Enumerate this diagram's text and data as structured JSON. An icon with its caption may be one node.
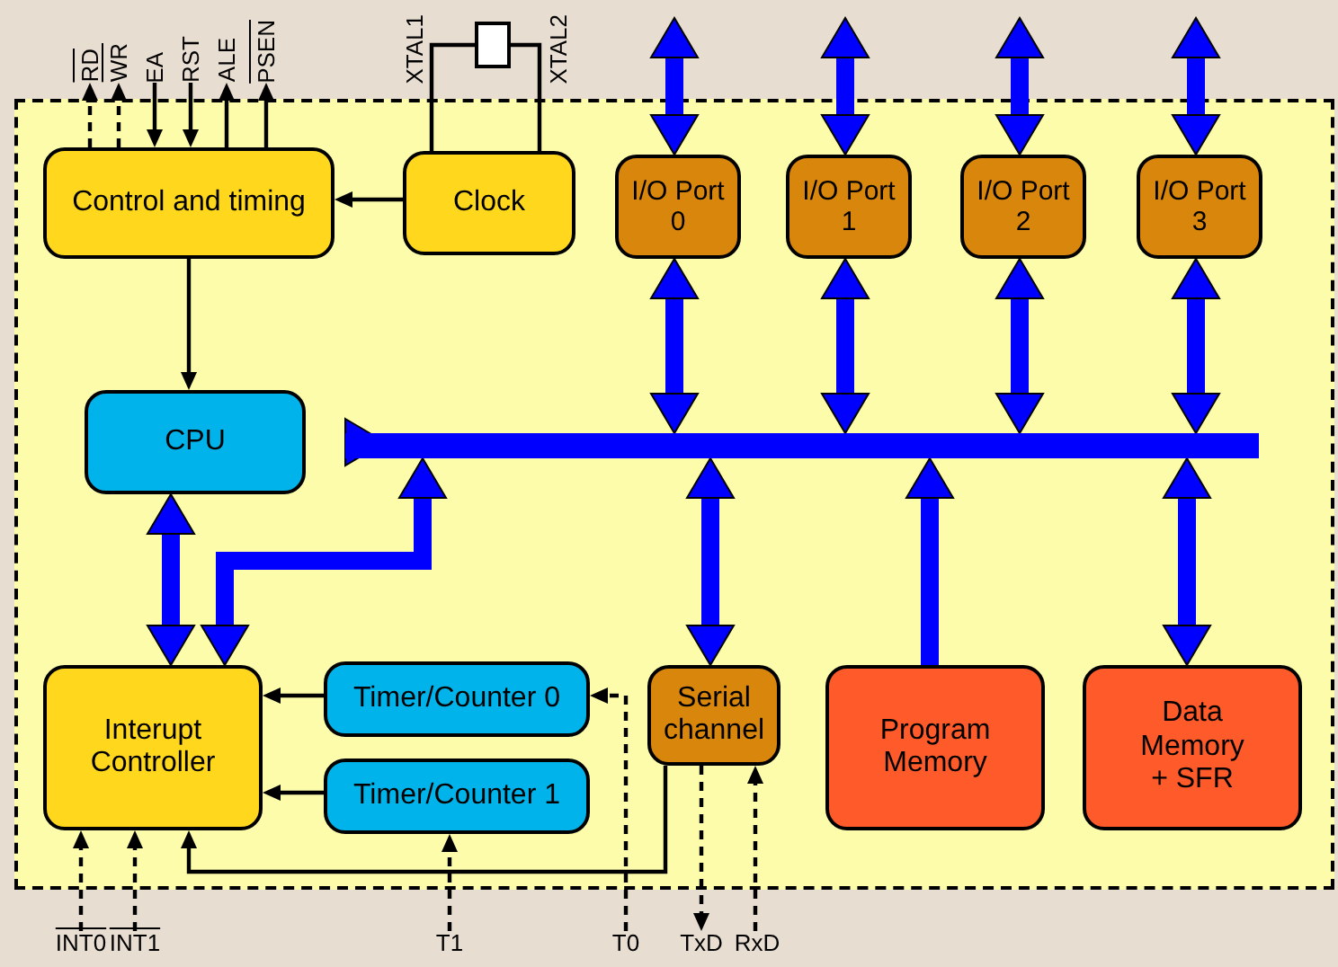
{
  "diagram": {
    "nodes": [
      {
        "text": [
          "RD"
        ]
      },
      {
        "text": [
          "WR"
        ]
      },
      {
        "text": [
          "EA"
        ]
      },
      {
        "text": [
          "RST"
        ]
      },
      {
        "text": [
          "ALE"
        ]
      },
      {
        "text": [
          "PSEN"
        ]
      },
      {
        "text": [],
        "shape": "box"
      },
      {
        "text": [],
        "shape": "box"
      },
      {
        "text": [
          "Control and timing"
        ],
        "in": 7
      },
      {
        "text": [
          "Clock"
        ],
        "in": 7
      },
      {
        "text": [
          "I/O Port 0"
        ],
        "in": 7
      },
      {
        "text": [
          "I/O Port 1"
        ],
        "in": 7
      },
      {
        "text": [
          "I/O Port 2"
        ],
        "in": 7
      },
      {
        "text": [
          "I/O Port 3"
        ],
        "in": 7
      },
      {
        "text": [],
        "shape": "bar",
        "in": 7
      },
      {
        "text": [
          "CPU"
        ],
        "in": 7
      },
      {
        "text": [
          "Interupt Controller"
        ],
        "in": 7
      },
      {
        "text": [
          "Timer/Counter 0"
        ],
        "in": 7
      },
      {
        "text": [
          "Timer/Counter 1"
        ],
        "in": 7
      },
      {
        "text": [
          "Serial channel"
        ],
        "in": 7
      },
      {
        "text": [
          "Program Memory"
        ],
        "in": 7
      },
      {
        "text": [
          "Data Memory + SFR"
        ],
        "in": 7
      },
      {
        "text": [
          "INT0"
        ]
      },
      {
        "text": [
          "INT1"
        ]
      },
      {
        "text": [
          "T1"
        ]
      },
      {
        "text": [
          "T0"
        ]
      },
      {
        "text": [
          "TxD"
        ]
      },
      {
        "text": [
          "RxD"
        ]
      }
    ],
    "edges": [
      {
        "from": 8,
        "to": 0,
        "arrow": "to",
        "style": "dashed"
      },
      {
        "from": 8,
        "to": 1,
        "arrow": "to",
        "style": "dashed"
      },
      {
        "from": 2,
        "to": 8,
        "arrow": "to"
      },
      {
        "from": 3,
        "to": 8,
        "arrow": "to"
      },
      {
        "from": 8,
        "to": 4,
        "arrow": "to"
      },
      {
        "from": 8,
        "to": 5,
        "arrow": "to"
      },
      {
        "from": 9,
        "to": 6,
        "arrow": "none",
        "label": "XTAL1"
      },
      {
        "from": 9,
        "to": 6,
        "arrow": "none",
        "label": "XTAL2"
      },
      {
        "from": 9,
        "to": 8,
        "arrow": "to"
      },
      {
        "from": 8,
        "to": 15,
        "arrow": "to"
      },
      {
        "from": 10,
        "to": null,
        "arrow": "both",
        "style": "thick",
        "color": "#0000ff"
      },
      {
        "from": 11,
        "to": null,
        "arrow": "both",
        "style": "thick",
        "color": "#0000ff"
      },
      {
        "from": 12,
        "to": null,
        "arrow": "both",
        "style": "thick",
        "color": "#0000ff"
      },
      {
        "from": 13,
        "to": null,
        "arrow": "both",
        "style": "thick",
        "color": "#0000ff"
      },
      {
        "from": 10,
        "to": 14,
        "arrow": "both",
        "style": "thick",
        "color": "#0000ff"
      },
      {
        "from": 11,
        "to": 14,
        "arrow": "both",
        "style": "thick",
        "color": "#0000ff"
      },
      {
        "from": 12,
        "to": 14,
        "arrow": "both",
        "style": "thick",
        "color": "#0000ff"
      },
      {
        "from": 13,
        "to": 14,
        "arrow": "both",
        "style": "thick",
        "color": "#0000ff"
      },
      {
        "from": 14,
        "to": 15,
        "arrow": "to",
        "style": "thick",
        "color": "#0000ff"
      },
      {
        "from": 15,
        "to": 16,
        "arrow": "both",
        "style": "thick",
        "color": "#0000ff"
      },
      {
        "from": 16,
        "to": 14,
        "arrow": "both",
        "style": "thick",
        "color": "#0000ff"
      },
      {
        "from": 19,
        "to": 14,
        "arrow": "both",
        "style": "thick",
        "color": "#0000ff"
      },
      {
        "from": 20,
        "to": 14,
        "arrow": "to",
        "style": "thick",
        "color": "#0000ff"
      },
      {
        "from": 21,
        "to": 14,
        "arrow": "both",
        "style": "thick",
        "color": "#0000ff"
      },
      {
        "from": 17,
        "to": 16,
        "arrow": "to"
      },
      {
        "from": 18,
        "to": 16,
        "arrow": "to"
      },
      {
        "from": 19,
        "to": 16,
        "arrow": "to"
      },
      {
        "from": 22,
        "to": 16,
        "arrow": "to",
        "style": "dashed"
      },
      {
        "from": 23,
        "to": 16,
        "arrow": "to",
        "style": "dashed"
      },
      {
        "from": 24,
        "to": 18,
        "arrow": "to",
        "style": "dashed"
      },
      {
        "from": 25,
        "to": 17,
        "arrow": "to",
        "style": "dashed"
      },
      {
        "from": 19,
        "to": 26,
        "arrow": "to",
        "style": "dashed"
      },
      {
        "from": 27,
        "to": 19,
        "arrow": "to",
        "style": "dashed"
      }
    ]
  }
}
